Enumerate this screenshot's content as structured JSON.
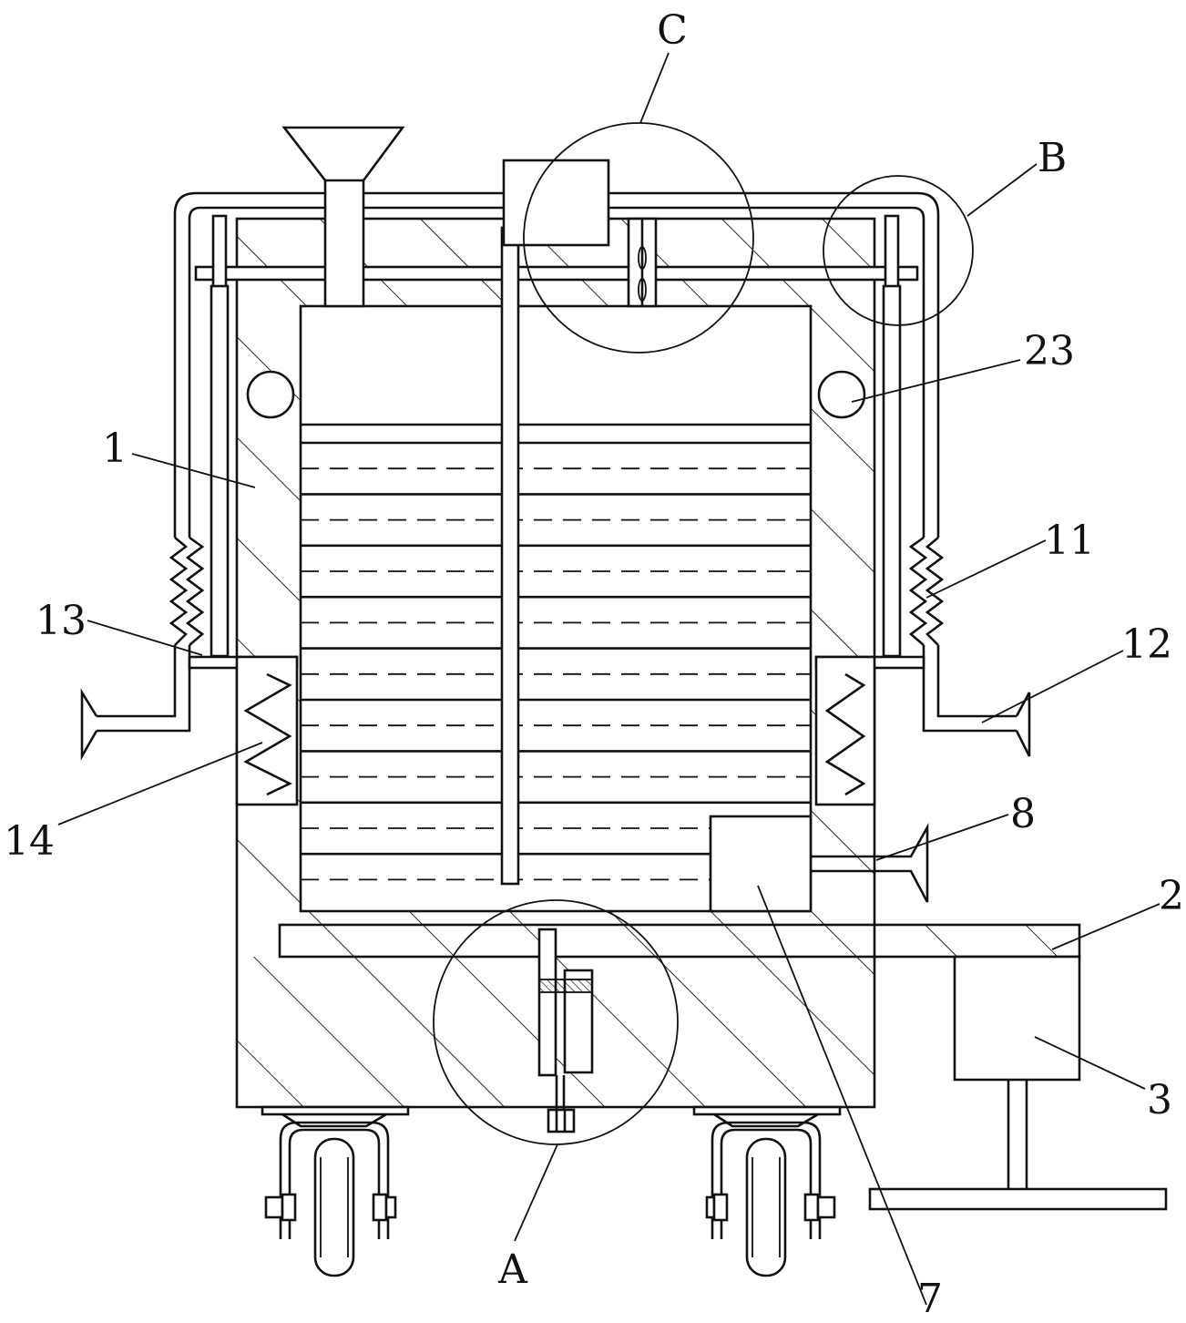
{
  "diagram": {
    "labels": {
      "C": "C",
      "B": "B",
      "n23": "23",
      "n1": "1",
      "n11": "11",
      "n13": "13",
      "n12": "12",
      "n14": "14",
      "n8": "8",
      "n2": "2",
      "n3": "3",
      "A": "A",
      "n7": "7"
    }
  }
}
